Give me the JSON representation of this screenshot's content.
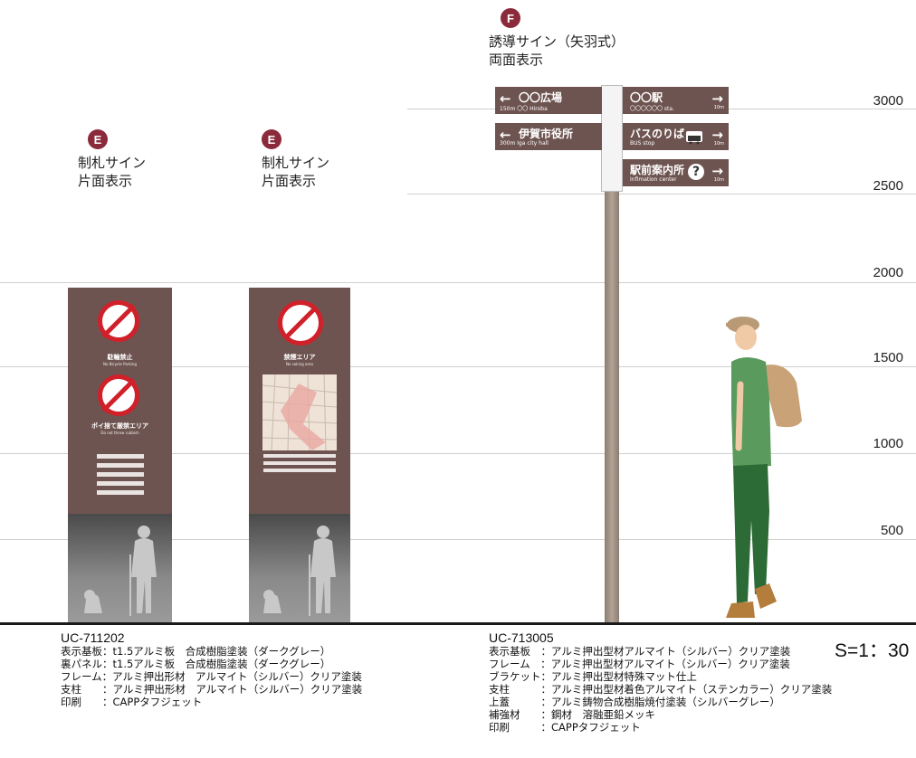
{
  "scale": {
    "ratio_label": "S=1：30",
    "height_marks": [
      "3000",
      "2500",
      "2000",
      "1500",
      "1000",
      "500"
    ]
  },
  "signs": {
    "e1": {
      "badge": "E",
      "title_line1": "制札サイン",
      "title_line2": "片面表示",
      "pictogram1_caption": "駐輪禁止",
      "pictogram1_sub": "No Bicycle Parking",
      "pictogram2_caption": "ポイ捨て厳禁エリア",
      "pictogram2_sub": "Do not throw rubbish"
    },
    "e2": {
      "badge": "E",
      "title_line1": "制札サイン",
      "title_line2": "片面表示",
      "pictogram1_caption": "禁煙エリア",
      "pictogram1_sub": "No soking area"
    },
    "f": {
      "badge": "F",
      "title_line1": "誘導サイン（矢羽式）",
      "title_line2": "両面表示",
      "left_blades": [
        {
          "arrow": "←",
          "main": "〇〇広場",
          "sub": "150m 〇〇 Hiroba"
        },
        {
          "arrow": "←",
          "main": "伊賀市役所",
          "sub": "300m Iga city hall"
        }
      ],
      "right_blades": [
        {
          "arrow": "→",
          "main": "〇〇駅",
          "sub": "〇〇〇〇〇〇 sta.",
          "dist": "10m"
        },
        {
          "arrow": "→",
          "main": "バスのりば",
          "sub": "BUS stop",
          "dist": "10m",
          "icon": "bus-icon"
        },
        {
          "arrow": "→",
          "main": "駅前案内所",
          "sub": "Infimation center",
          "dist": "10m",
          "icon": "question-icon"
        }
      ]
    }
  },
  "specs": {
    "left": {
      "code": "UC-711202",
      "lines": [
        "表示基板：t1.5アルミ板　合成樹脂塗装（ダークグレー）",
        "裏パネル：t1.5アルミ板　合成樹脂塗装（ダークグレー）",
        "フレーム：アルミ押出形材　アルマイト（シルバー）クリア塗装",
        "支柱　　：アルミ押出形材　アルマイト（シルバー）クリア塗装",
        "印刷　　：CAPPタフジェット"
      ]
    },
    "right": {
      "code": "UC-713005",
      "lines": [
        "表示基板　：アルミ押出型材アルマイト（シルバー）クリア塗装",
        "フレーム　：アルミ押出型材アルマイト（シルバー）クリア塗装",
        "ブラケット：アルミ押出型材特殊マット仕上",
        "支柱　　　：アルミ押出型材着色アルマイト（ステンカラー）クリア塗装",
        "上蓋　　　：アルミ鋳物合成樹脂焼付塗装（シルバーグレー）",
        "補強材　　：鋼材　溶融亜鉛メッキ",
        "印刷　　　：CAPPタフジェット"
      ]
    }
  },
  "colors": {
    "sign_brown": "#6e5450",
    "badge": "#8b2a3b",
    "prohibit_red": "#d0202a"
  }
}
